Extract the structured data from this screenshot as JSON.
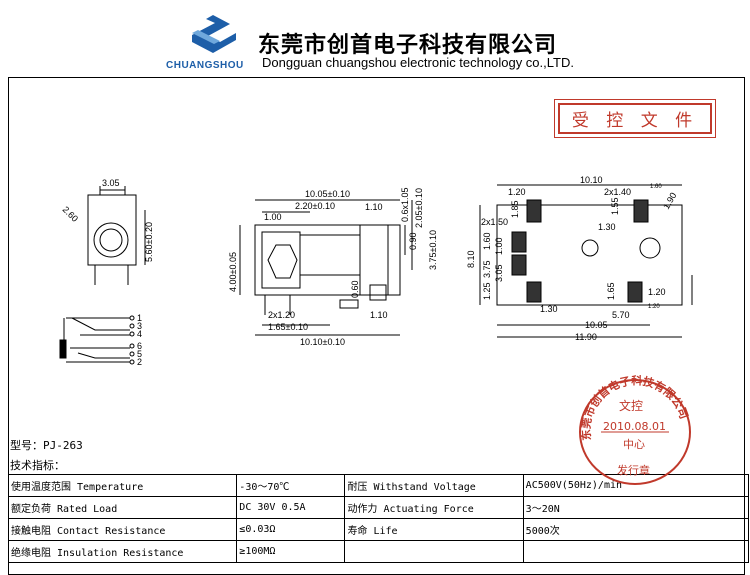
{
  "header": {
    "logo_text": "CHUANGSHOU",
    "company_cn": "东莞市创首电子科技有限公司",
    "company_en": "Dongguan chuangshou electronic technology co.,LTD."
  },
  "stamp": {
    "label": "受 控 文 件"
  },
  "seal": {
    "ring_text": "东莞市创首电子科技有限公司",
    "top_label": "文控",
    "date": "2010.08.01",
    "center": "中心",
    "bottom": "发行章",
    "color": "#c0392b"
  },
  "drawing": {
    "left_view": {
      "top_dim": "3.05",
      "diam": "2.60",
      "height_dim": "5.60±0.20"
    },
    "pins": [
      "1",
      "3",
      "4",
      "6",
      "5",
      "2"
    ],
    "mid_view": {
      "top_total": "10.05±0.10",
      "top_sub": "2.20±0.10",
      "top_a": "1.00",
      "top_b": "1.10",
      "right_a": "0.6x1.05",
      "right_b": "2.05±0.10",
      "right_c": "3.75±0.10",
      "right_d": "0.90",
      "left_h": "4.00±0.05",
      "mid_small": "0.60",
      "bot_a": "2x1.20",
      "bot_b": "1.65±0.10",
      "bot_c": "1.10",
      "bot_total": "10.10±0.10"
    },
    "right_view": {
      "top_total": "10.10",
      "t1": "1.20",
      "t2": "2x1.40",
      "t3": "1.60",
      "d1": "1.90",
      "d2": "1.30",
      "l1": "1.85",
      "l2": "1.55",
      "l3": "2x1.50",
      "h_total": "8.10",
      "h1": "3.75",
      "h2": "3.05",
      "h3": "1.60",
      "h4": "1.00",
      "h5": "1.25",
      "r1": "1.65",
      "r2": "1.20",
      "r3": "1.20",
      "b1": "1.30",
      "b2": "5.70",
      "b3": "10.05",
      "b4": "11.90"
    }
  },
  "model": "型号：PJ-263",
  "spec_title": "技术指标：",
  "specs": [
    {
      "k1": "使用温度范围 Temperature",
      "v1": "-30～70℃",
      "k2": "耐压 Withstand Voltage",
      "v2": "AC500V(50Hz)/min"
    },
    {
      "k1": "额定负荷 Rated Load",
      "v1": "DC 30V 0.5A",
      "k2": "动作力 Actuating Force",
      "v2": "3～20N"
    },
    {
      "k1": "接触电阻 Contact Resistance",
      "v1": "≤0.03Ω",
      "k2": "寿命 Life",
      "v2": "5000次"
    },
    {
      "k1": "绝缘电阻 Insulation Resistance",
      "v1": "≥100MΩ",
      "k2": "",
      "v2": ""
    }
  ]
}
